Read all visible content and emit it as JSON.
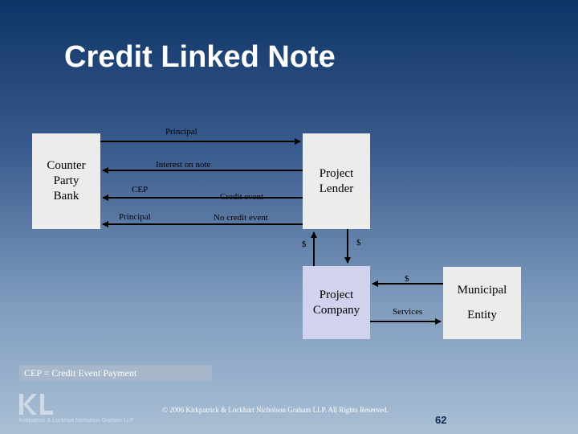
{
  "title": "Credit Linked Note",
  "boxes": {
    "bank": "Counter\nParty\nBank",
    "lender": "Project\nLender",
    "company": "Project\nCompany",
    "municipal_line1": "Municipal",
    "municipal_line2": "Entity"
  },
  "labels": {
    "principal_top": "Principal",
    "interest": "Interest on note",
    "cep": "CEP",
    "credit_event": "Credit event",
    "principal_bottom": "Principal",
    "no_credit_event": "No credit event",
    "dollar_up": "$",
    "dollar_down": "$",
    "dollar_right": "$",
    "services": "Services"
  },
  "footer": {
    "note": "CEP = Credit Event Payment",
    "firm_name": "Kirkpatrick & Lockhart Nicholson Graham LLP",
    "copyright": "© 2006 Kirkpatrick & Lockhart Nicholson Graham LLP.  All Rights Reserved.",
    "page": "62"
  },
  "colors": {
    "background_top": "#0e3467",
    "background_bottom": "#a9bfd5",
    "box_gray": "#ececec",
    "box_lavender": "#d0d2ee"
  }
}
